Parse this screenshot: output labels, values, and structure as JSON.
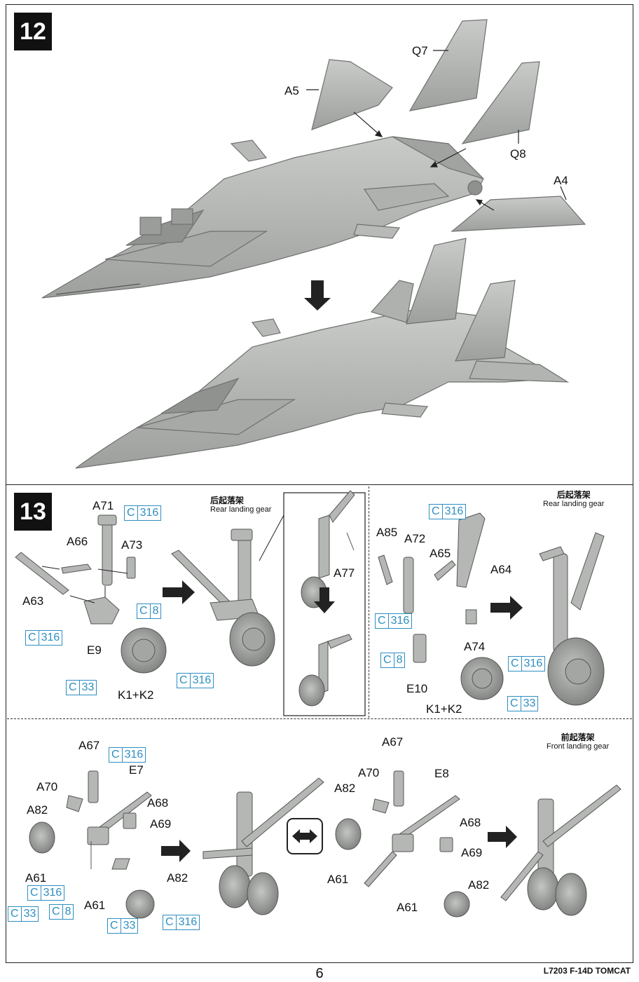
{
  "steps": {
    "s12": {
      "number": "12"
    },
    "s13": {
      "number": "13"
    }
  },
  "gear_titles": {
    "rear_left": {
      "cn": "后起落架",
      "en": "Rear landing gear"
    },
    "rear_right": {
      "cn": "后起落架",
      "en": "Rear landing gear"
    },
    "front": {
      "cn": "前起落架",
      "en": "Front landing gear"
    }
  },
  "labels12": {
    "a5": "A5",
    "q7": "Q7",
    "q8": "Q8",
    "a4": "A4"
  },
  "labels13_left": {
    "a71": "A71",
    "a66": "A66",
    "a73": "A73",
    "a63": "A63",
    "e9": "E9",
    "k1k2": "K1+K2",
    "a77": "A77"
  },
  "labels13_right": {
    "a85": "A85",
    "a72": "A72",
    "a65": "A65",
    "a64": "A64",
    "a74": "A74",
    "e10": "E10",
    "k1k2": "K1+K2"
  },
  "labels13_front_left": {
    "a67": "A67",
    "e7": "E7",
    "a70": "A70",
    "a82a": "A82",
    "a68": "A68",
    "a69": "A69",
    "a82b": "A82",
    "a61a": "A61",
    "a61b": "A61"
  },
  "labels13_front_right": {
    "a67": "A67",
    "a70": "A70",
    "e8": "E8",
    "a82a": "A82",
    "a68": "A68",
    "a69": "A69",
    "a61a": "A61",
    "a82b": "A82",
    "a61b": "A61"
  },
  "color_refs": {
    "c316_a": {
      "letter": "C",
      "code": "316"
    },
    "c8_a": {
      "letter": "C",
      "code": "8"
    },
    "c316_b": {
      "letter": "C",
      "code": "316"
    },
    "c33_a": {
      "letter": "C",
      "code": "33"
    },
    "c316_c": {
      "letter": "C",
      "code": "316"
    },
    "c316_d": {
      "letter": "C",
      "code": "316"
    },
    "c316_e": {
      "letter": "C",
      "code": "316"
    },
    "c8_b": {
      "letter": "C",
      "code": "8"
    },
    "c316_f": {
      "letter": "C",
      "code": "316"
    },
    "c33_b": {
      "letter": "C",
      "code": "33"
    },
    "c316_g": {
      "letter": "C",
      "code": "316"
    },
    "c316_h": {
      "letter": "C",
      "code": "316"
    },
    "c33_c": {
      "letter": "C",
      "code": "33"
    },
    "c8_c": {
      "letter": "C",
      "code": "8"
    },
    "c33_d": {
      "letter": "C",
      "code": "33"
    },
    "c316_i": {
      "letter": "C",
      "code": "316"
    }
  },
  "footer": {
    "code": "L7203  F-14D TOMCAT",
    "page": "6"
  },
  "colors": {
    "part_gray": "#b4b7b4",
    "part_edge": "#6f716f",
    "paint_ref": "#2e8fc1",
    "ink": "#111111"
  }
}
